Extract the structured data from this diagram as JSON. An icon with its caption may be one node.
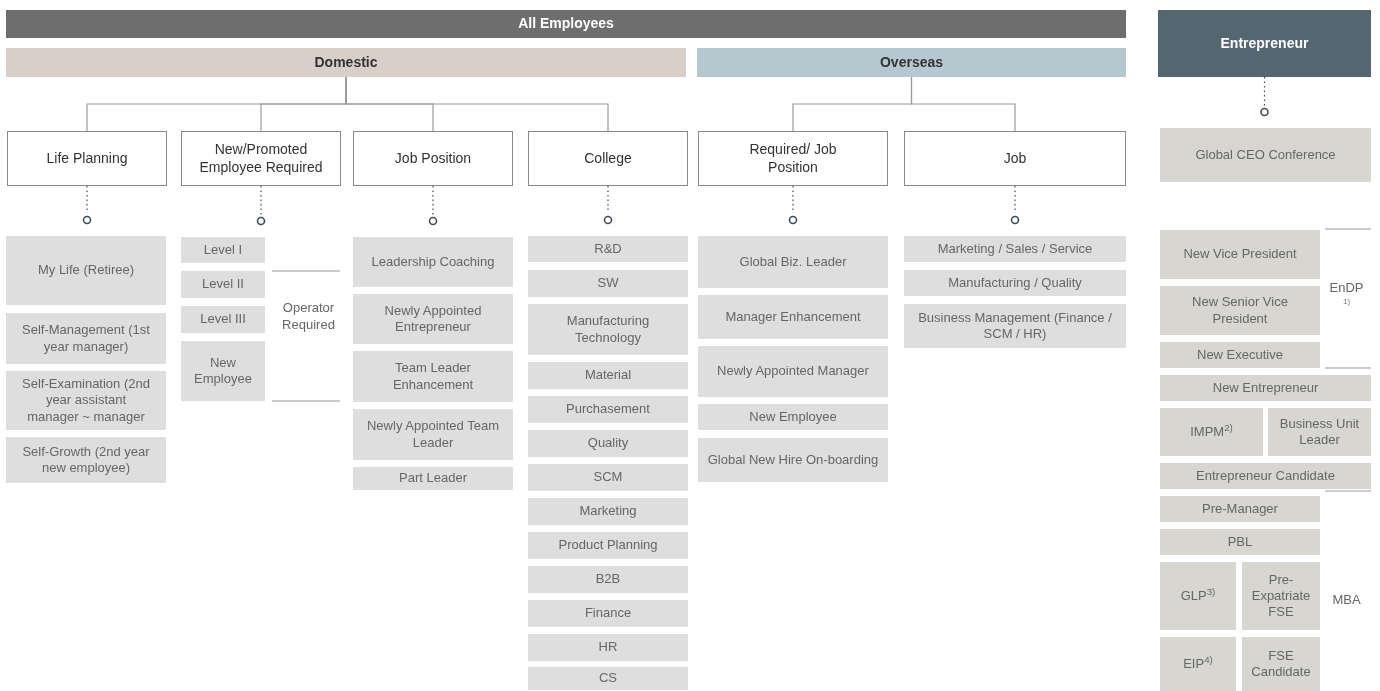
{
  "diagram": {
    "nodes": [
      {
        "text": [
          "All Employees"
        ]
      },
      {
        "text": [
          "Entrepreneur"
        ]
      },
      {
        "text": [
          "Domestic"
        ]
      },
      {
        "text": [
          "Overseas"
        ]
      },
      {
        "text": [
          "Life Planning"
        ]
      },
      {
        "text": [
          "New/Promoted Employee Required"
        ]
      },
      {
        "text": [
          "Job Position"
        ]
      },
      {
        "text": [
          "College"
        ]
      },
      {
        "text": [
          "Required/ Job Position"
        ]
      },
      {
        "text": [
          "Job"
        ]
      },
      {
        "text": [
          "Global CEO Conference"
        ]
      },
      {
        "text": [
          "My Life (Retiree)"
        ]
      },
      {
        "text": [
          "Self-Management (1st year manager)"
        ]
      },
      {
        "text": [
          "Self-Examination (2nd year assistant manager ~ manager"
        ]
      },
      {
        "text": [
          "Self-Growth (2nd year new employee)"
        ]
      },
      {
        "text": [
          "Level I"
        ]
      },
      {
        "text": [
          "Level II"
        ]
      },
      {
        "text": [
          "Level III"
        ]
      },
      {
        "text": [
          "New Employee"
        ]
      },
      {
        "text": [
          "Leadership Coaching"
        ]
      },
      {
        "text": [
          "Newly Appointed Entrepreneur"
        ]
      },
      {
        "text": [
          "Team Leader Enhancement"
        ]
      },
      {
        "text": [
          "Newly Appointed Team Leader"
        ]
      },
      {
        "text": [
          "Part Leader"
        ]
      },
      {
        "text": [
          "R&D"
        ]
      },
      {
        "text": [
          "SW"
        ]
      },
      {
        "text": [
          "Manufacturing Technology"
        ]
      },
      {
        "text": [
          "Material"
        ]
      },
      {
        "text": [
          "Purchasement"
        ]
      },
      {
        "text": [
          "Quality"
        ]
      },
      {
        "text": [
          "SCM"
        ]
      },
      {
        "text": [
          "Marketing"
        ]
      },
      {
        "text": [
          "Product Planning"
        ]
      },
      {
        "text": [
          "B2B"
        ]
      },
      {
        "text": [
          "Finance"
        ]
      },
      {
        "text": [
          "HR"
        ]
      },
      {
        "text": [
          "CS"
        ]
      },
      {
        "text": [
          "Global Biz. Leader"
        ]
      },
      {
        "text": [
          "Manager Enhancement"
        ]
      },
      {
        "text": [
          "Newly Appointed Manager"
        ]
      },
      {
        "text": [
          "New Employee"
        ]
      },
      {
        "text": [
          "Global New Hire On-boarding"
        ]
      },
      {
        "text": [
          "Marketing / Sales / Service"
        ]
      },
      {
        "text": [
          "Manufacturing / Quality"
        ]
      },
      {
        "text": [
          "Business Management (Finance / SCM / HR)"
        ]
      },
      {
        "text": [
          "New Vice President"
        ]
      },
      {
        "text": [
          "New Senior Vice President"
        ]
      },
      {
        "text": [
          "New Executive"
        ]
      },
      {
        "text": [
          "New Entrepreneur"
        ]
      },
      {
        "text": [
          "IMPM$^{2)}$"
        ]
      },
      {
        "text": [
          "Business Unit Leader"
        ]
      },
      {
        "text": [
          "Entrepreneur Candidate"
        ]
      },
      {
        "text": [
          "Pre-Manager"
        ]
      },
      {
        "text": [
          "PBL"
        ]
      },
      {
        "text": [
          "GLP$^{3)}$"
        ]
      },
      {
        "text": [
          "Pre-Expatriate FSE"
        ]
      },
      {
        "text": [
          "EIP$^{4)}$"
        ]
      },
      {
        "text": [
          "FSE Candidate"
        ]
      }
    ],
    "edges": [
      {
        "from": 2,
        "to": 4,
        "arrow": "none",
        "color": "#9a9a9a"
      },
      {
        "from": 2,
        "to": 5,
        "arrow": "none",
        "color": "#9a9a9a"
      },
      {
        "from": 2,
        "to": 6,
        "arrow": "none",
        "color": "#9a9a9a"
      },
      {
        "from": 2,
        "to": 7,
        "arrow": "none",
        "color": "#9a9a9a"
      },
      {
        "from": 3,
        "to": 8,
        "arrow": "none",
        "color": "#9a9a9a"
      },
      {
        "from": 3,
        "to": 9,
        "arrow": "none",
        "color": "#9a9a9a"
      },
      {
        "from": 4,
        "to": 11,
        "arrow": "other",
        "style": "dashed"
      },
      {
        "from": 5,
        "to": 15,
        "arrow": "other",
        "style": "dashed"
      },
      {
        "from": 6,
        "to": 19,
        "arrow": "other",
        "style": "dashed"
      },
      {
        "from": 7,
        "to": 24,
        "arrow": "other",
        "style": "dashed"
      },
      {
        "from": 8,
        "to": 37,
        "arrow": "other",
        "style": "dashed"
      },
      {
        "from": 9,
        "to": 42,
        "arrow": "other",
        "style": "dashed"
      },
      {
        "from": 1,
        "to": 10,
        "arrow": "other",
        "style": "dashed"
      }
    ],
    "labels": [
      "Operator Required",
      "EnDP",
      "1)",
      "MBA"
    ]
  }
}
